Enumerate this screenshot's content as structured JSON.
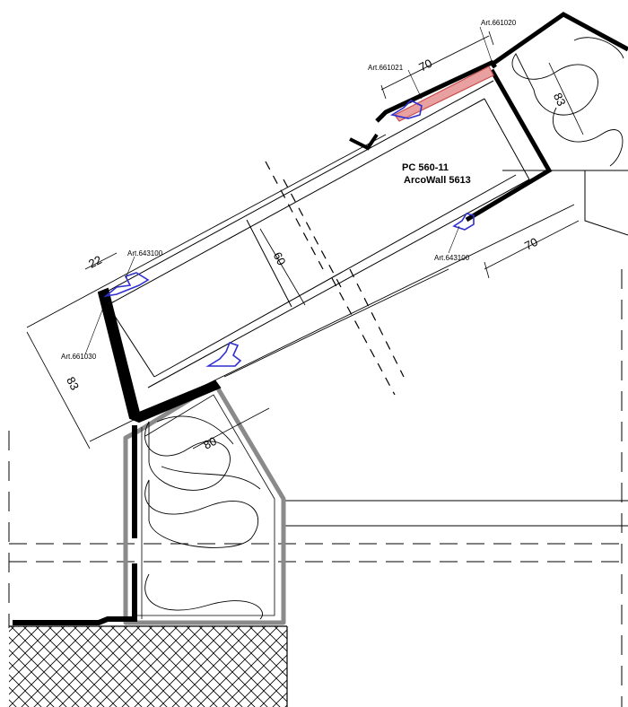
{
  "product": {
    "line1": "PC 560-11",
    "line2": "ArcoWall 5613"
  },
  "articles": {
    "a661020": "Art.661020",
    "a661021": "Art.661021",
    "a643100_top": "Art.643100",
    "a643100_right": "Art.643100",
    "a661030": "Art.661030"
  },
  "dimensions": {
    "top_70": "70",
    "right_83": "83",
    "right_70": "70",
    "left_22": "22",
    "panel_60": "60",
    "left_83": "83",
    "bottom_80": "80"
  },
  "colors": {
    "line": "#000000",
    "profile": "#000000",
    "gasket": "#2f2fd0",
    "cap": "#c85050",
    "wall": "#8a8a8a",
    "hatch": "#000000"
  }
}
